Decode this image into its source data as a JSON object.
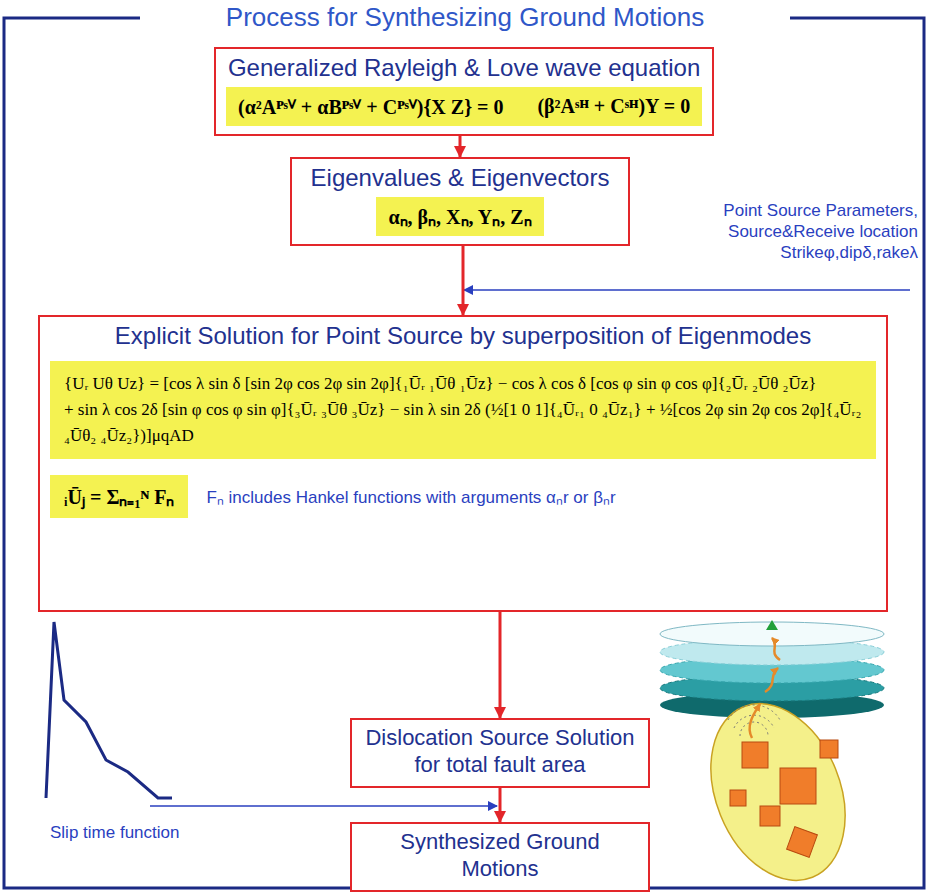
{
  "diagram": {
    "title": "Process for Synthesizing Ground Motions",
    "nodes": [
      {
        "text": [
          "Generalized Rayleigh & Love wave equation",
          "(α²Aᴾˢⱽ + αBᴾˢⱽ + Cᴾˢⱽ){X Z} = 0",
          "(β²Aˢᴴ + Cˢᴴ)Y = 0"
        ]
      },
      {
        "text": [
          "Eigenvalues & Eigenvectors",
          "αₙ, βₙ, Xₙ, Yₙ, Zₙ"
        ]
      },
      {
        "text": [
          "Explicit Solution for Point Source by superposition of Eigenmodes",
          "{Uᵣ Uθ Uz} = [cos λ sin δ [sin 2φ  cos 2φ  sin 2φ]{₁Ūᵣ ₁Ūθ ₁Ūz} − cos λ cos δ [cos φ  sin φ  cos φ]{₂Ūᵣ ₂Ūθ ₂Ūz}",
          "+ sin λ cos 2δ [sin φ  cos φ  sin φ]{₃Ūᵣ ₃Ūθ ₃Ūz} − sin λ sin 2δ (½[1  0  1]{₄Ūᵣ₁ 0 ₄Ūz₁} + ½[cos 2φ  sin 2φ  cos 2φ]{₄Ūᵣ₂ ₄Ūθ₂ ₄Ūz₂})]μqAD",
          "ᵢŪⱼ = Σₙ₌₁ᴺ Fₙ",
          "Fₙ includes Hankel functions with arguments αₙr or βₙr"
        ]
      },
      {
        "text": [
          "Dislocation Source Solution for total fault area"
        ]
      },
      {
        "text": [
          "Synthesized Ground Motions"
        ]
      }
    ],
    "edges": [
      {
        "from": 0,
        "to": 1,
        "arrow": "to"
      },
      {
        "from": 1,
        "to": 2,
        "arrow": "to"
      },
      {
        "from": 2,
        "to": 3,
        "arrow": "to"
      },
      {
        "from": 3,
        "to": 4,
        "arrow": "to"
      }
    ],
    "labels": [
      "Point Source Parameters, Source&Receive location Strikeφ,dipδ,rakeλ",
      "Slip time function"
    ]
  }
}
